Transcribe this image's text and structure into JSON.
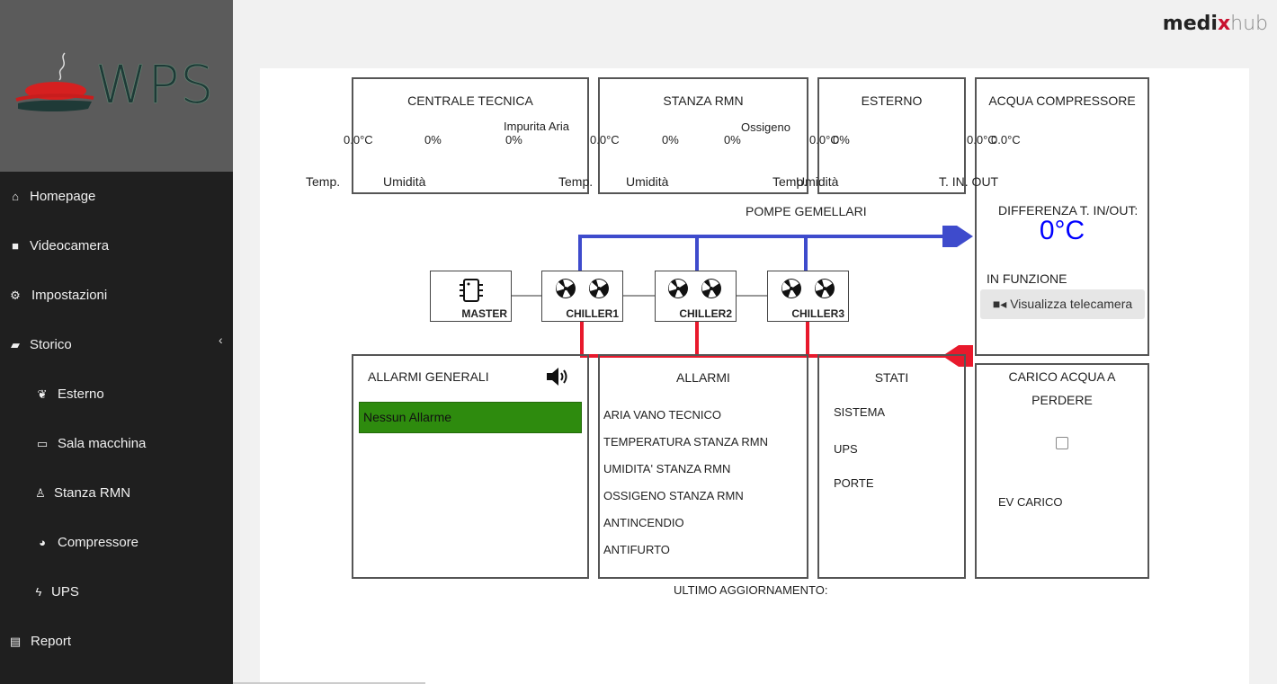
{
  "app": {
    "logo_text": "WPS",
    "brand": {
      "part1": "medi",
      "part2": "x",
      "part3": "hub"
    }
  },
  "sidebar": {
    "items": [
      {
        "label": "Homepage",
        "icon": "home-icon"
      },
      {
        "label": "Videocamera",
        "icon": "video-camera-icon"
      },
      {
        "label": "Impostazioni",
        "icon": "gears-icon"
      },
      {
        "label": "Storico",
        "icon": "book-icon",
        "expanded": true
      },
      {
        "label": "Esterno",
        "icon": "leaf-icon"
      },
      {
        "label": "Sala macchina",
        "icon": "monitor-icon"
      },
      {
        "label": "Stanza RMN",
        "icon": "user-md-icon"
      },
      {
        "label": "Compressore",
        "icon": "dashboard-icon"
      },
      {
        "label": "UPS",
        "icon": "bolt-icon"
      },
      {
        "label": "Report",
        "icon": "archive-icon"
      }
    ],
    "chevron": "‹"
  },
  "panels": {
    "centrale": {
      "title": "CENTRALE TECNICA",
      "temp_val": "0.0°C",
      "hum_val": "0%",
      "air_label": "Impurita Aria",
      "air_val": "0%",
      "temp_label": "Temp.",
      "hum_label": "Umidità"
    },
    "stanza": {
      "title": "STANZA RMN",
      "temp_val": "0.0°C",
      "hum_val": "0%",
      "oxy_label": "Ossigeno",
      "oxy_val": "0%",
      "temp_label": "Temp.",
      "hum_label": "Umidità"
    },
    "esterno": {
      "title": "ESTERNO",
      "temp_val": "0.0°C",
      "hum_val": "0%",
      "temp_label": "Temp.",
      "hum_label": "Umidità"
    },
    "acqua": {
      "title": "ACQUA COMPRESSORE",
      "in_val": "0.0°C",
      "out_val": "0.0°C",
      "label": "T. IN. OUT"
    }
  },
  "diagram": {
    "title": "POMPE GEMELLARI",
    "master": "MASTER",
    "chillers": [
      "CHILLER1",
      "CHILLER2",
      "CHILLER3"
    ],
    "colors": {
      "cold": "#3e4bcc",
      "hot": "#e8192c"
    }
  },
  "differenza": {
    "label": "DIFFERENZA T. IN/OUT:",
    "value": "0°C",
    "status": "IN FUNZIONE",
    "button": "Visualizza telecamera"
  },
  "alarms_general": {
    "title": "ALLARMI GENERALI",
    "status": "Nessun Allarme"
  },
  "alarms": {
    "title": "ALLARMI",
    "items": [
      "ARIA VANO TECNICO",
      "TEMPERATURA STANZA RMN",
      "UMIDITA' STANZA RMN",
      "OSSIGENO STANZA RMN",
      "ANTINCENDIO",
      "ANTIFURTO"
    ]
  },
  "stati": {
    "title": "STATI",
    "items": [
      "SISTEMA",
      "UPS",
      "PORTE"
    ]
  },
  "carico": {
    "title_line1": "CARICO ACQUA A",
    "title_line2": "PERDERE",
    "ev_label": "EV CARICO"
  },
  "footer": {
    "last_update": "ULTIMO AGGIORNAMENTO:"
  }
}
